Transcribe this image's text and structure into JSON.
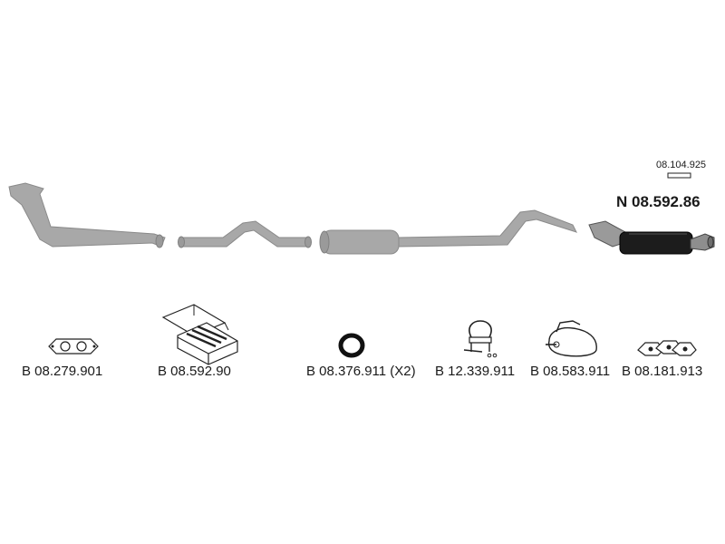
{
  "assembly": {
    "main_part_code": "N 08.592.86",
    "accessory_code": "08.104.925"
  },
  "parts": [
    {
      "code": "B 08.279.901",
      "icon": "flange-gasket-icon"
    },
    {
      "code": "B 08.592.90",
      "icon": "mounting-kit-box-icon"
    },
    {
      "code": "B 08.376.911 (X2)",
      "icon": "sealing-ring-icon"
    },
    {
      "code": "B 12.339.911",
      "icon": "pipe-clamp-icon"
    },
    {
      "code": "B 08.583.911",
      "icon": "rubber-hanger-icon"
    },
    {
      "code": "B 08.181.913",
      "icon": "rubber-mount-set-icon"
    }
  ],
  "colors": {
    "pipe": "#a8a8a8",
    "pipe_outline": "#8a8a8a",
    "muffler_dark": "#1c1c1c",
    "line": "#222222"
  }
}
